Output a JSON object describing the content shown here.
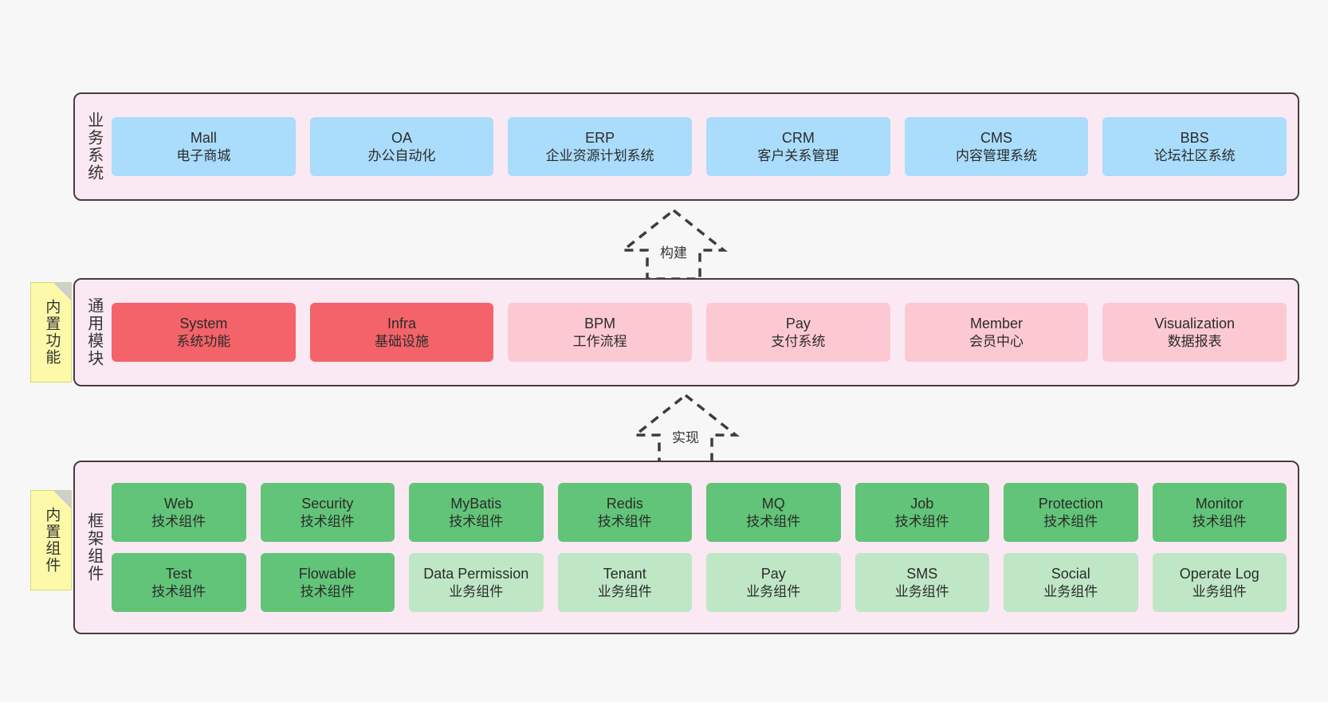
{
  "colors": {
    "layer_bg": "#fae9f3",
    "layer_border": "#4a3b46",
    "page_bg": "#f7f7f7",
    "blue": "#aadcfb",
    "red": "#f4636a",
    "pink": "#fcc9d3",
    "green": "#62c478",
    "light_green": "#bfe7c6",
    "note_yellow": "#fcfaa8",
    "note_fold": "#cfcfcf"
  },
  "layers": {
    "business": {
      "title": "业务系统",
      "nodes": [
        {
          "title": "Mall",
          "sub": "电子商城"
        },
        {
          "title": "OA",
          "sub": "办公自动化"
        },
        {
          "title": "ERP",
          "sub": "企业资源计划系统"
        },
        {
          "title": "CRM",
          "sub": "客户关系管理"
        },
        {
          "title": "CMS",
          "sub": "内容管理系统"
        },
        {
          "title": "BBS",
          "sub": "论坛社区系统"
        }
      ]
    },
    "common": {
      "title": "通用模块",
      "note": "内置功能",
      "nodes": [
        {
          "title": "System",
          "sub": "系统功能",
          "color": "red"
        },
        {
          "title": "Infra",
          "sub": "基础设施",
          "color": "red"
        },
        {
          "title": "BPM",
          "sub": "工作流程",
          "color": "pink"
        },
        {
          "title": "Pay",
          "sub": "支付系统",
          "color": "pink"
        },
        {
          "title": "Member",
          "sub": "会员中心",
          "color": "pink"
        },
        {
          "title": "Visualization",
          "sub": "数据报表",
          "color": "pink"
        }
      ]
    },
    "framework": {
      "title": "框架组件",
      "note": "内置组件",
      "row1": [
        {
          "title": "Web",
          "sub": "技术组件",
          "color": "green"
        },
        {
          "title": "Security",
          "sub": "技术组件",
          "color": "green"
        },
        {
          "title": "MyBatis",
          "sub": "技术组件",
          "color": "green"
        },
        {
          "title": "Redis",
          "sub": "技术组件",
          "color": "green"
        },
        {
          "title": "MQ",
          "sub": "技术组件",
          "color": "green"
        },
        {
          "title": "Job",
          "sub": "技术组件",
          "color": "green"
        },
        {
          "title": "Protection",
          "sub": "技术组件",
          "color": "green"
        },
        {
          "title": "Monitor",
          "sub": "技术组件",
          "color": "green"
        }
      ],
      "row2": [
        {
          "title": "Test",
          "sub": "技术组件",
          "color": "green"
        },
        {
          "title": "Flowable",
          "sub": "技术组件",
          "color": "green"
        },
        {
          "title": "Data Permission",
          "sub": "业务组件",
          "color": "light_green"
        },
        {
          "title": "Tenant",
          "sub": "业务组件",
          "color": "light_green"
        },
        {
          "title": "Pay",
          "sub": "业务组件",
          "color": "light_green"
        },
        {
          "title": "SMS",
          "sub": "业务组件",
          "color": "light_green"
        },
        {
          "title": "Social",
          "sub": "业务组件",
          "color": "light_green"
        },
        {
          "title": "Operate Log",
          "sub": "业务组件",
          "color": "light_green"
        }
      ]
    }
  },
  "connectors": [
    {
      "label": "构建"
    },
    {
      "label": "实现"
    }
  ]
}
